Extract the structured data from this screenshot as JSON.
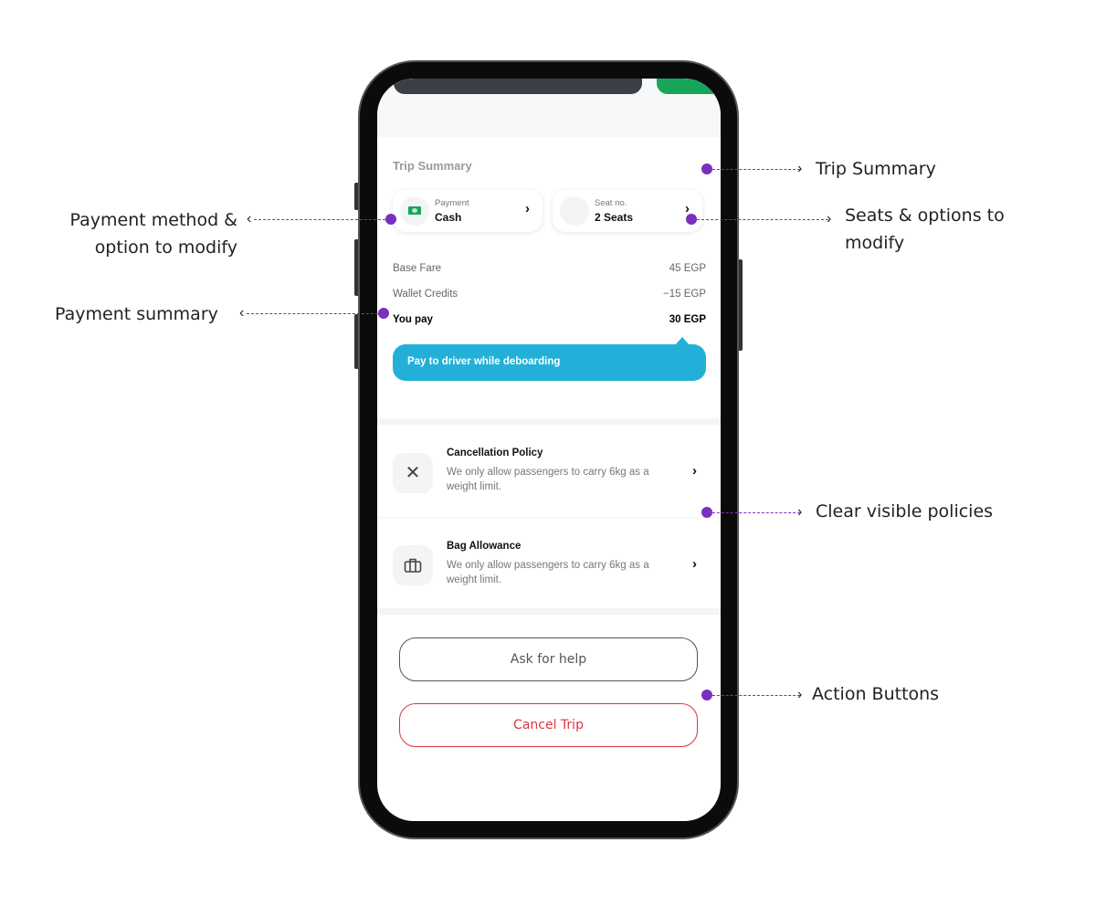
{
  "trip_summary": {
    "title": "Trip Summary",
    "payment": {
      "label": "Payment",
      "value": "Cash"
    },
    "seat": {
      "label": "Seat no.",
      "value": "2 Seats"
    },
    "fare": [
      {
        "label": "Base Fare",
        "value": "45 EGP"
      },
      {
        "label": "Wallet Credits",
        "value": "−15 EGP"
      },
      {
        "label": "You pay",
        "value": "30 EGP"
      }
    ],
    "note": "Pay to driver while deboarding"
  },
  "policies": [
    {
      "title": "Cancellation Policy",
      "desc": "We only allow passengers to carry 6kg as a weight limit.",
      "icon": "close-icon"
    },
    {
      "title": "Bag Allowance",
      "desc": "We only allow passengers to carry 6kg as a weight limit.",
      "icon": "briefcase-icon"
    }
  ],
  "actions": {
    "help": "Ask for help",
    "cancel": "Cancel Trip"
  },
  "annotations": {
    "trip_summary": "Trip Summary",
    "payment_method_1": "Payment method &",
    "payment_method_2": "option to modify",
    "seats_1": "Seats & options to",
    "seats_2": "modify",
    "payment_summary": "Payment summary",
    "policies": "Clear visible policies",
    "actions": "Action Buttons"
  },
  "colors": {
    "accent": "#7b2fbe",
    "info": "#23b0d8",
    "danger": "#d9363e",
    "cash": "#17a55a"
  }
}
